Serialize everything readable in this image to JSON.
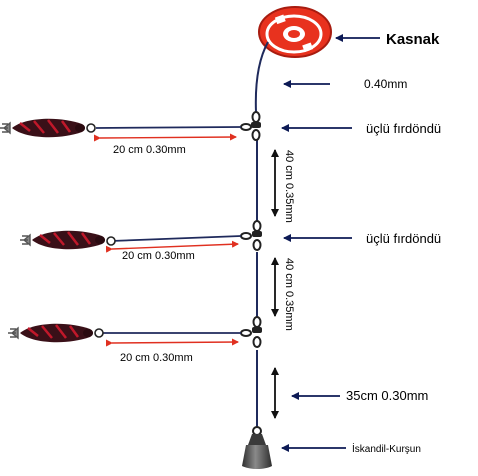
{
  "labels": {
    "reel": "Kasnak",
    "main_line": "0.40mm",
    "swivel_1": "üçlü fırdöndü",
    "swivel_2": "üçlü fırdöndü",
    "branch_1": "20 cm 0.30mm",
    "branch_2": "20 cm 0.30mm",
    "branch_3": "20 cm 0.30mm",
    "segment_1": "40 cm 0.35mm",
    "segment_2": "40 cm 0.35mm",
    "bottom_segment": "35cm 0.30mm",
    "sinker": "İskandil-Kurşun"
  },
  "colors": {
    "reel": "#e8321e",
    "line": "#1f2a5c",
    "measure_arrow": "#e03020",
    "pointer_arrow": "#0d1a55",
    "sinker": "#4a4a4a",
    "lure_body": "#3a1018",
    "lure_stripe": "#c0182a"
  },
  "icons": [
    "reel-icon",
    "swivel-icon",
    "squid-lure-icon",
    "sinker-icon"
  ]
}
